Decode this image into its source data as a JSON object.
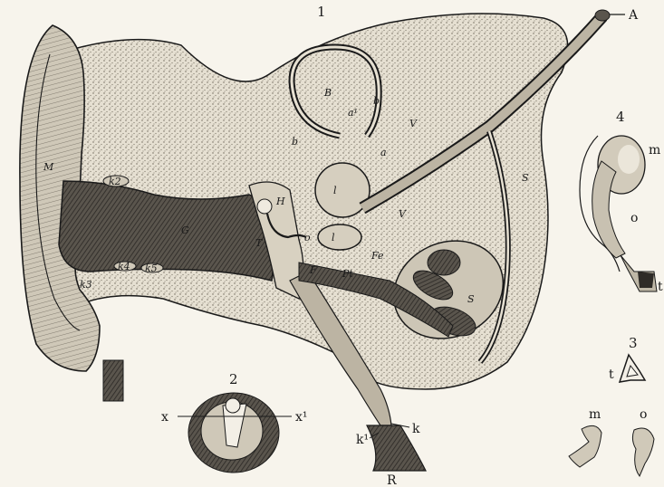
{
  "figures": {
    "fig1": "1",
    "fig2": "2",
    "fig3": "3",
    "fig4": "4"
  },
  "labels": {
    "A": "A",
    "R": "R",
    "k": "k",
    "k1": "k¹",
    "x": "x",
    "x1": "x¹",
    "m4": "m",
    "o4": "o",
    "t4": "t",
    "t3": "t",
    "m3": "m",
    "o3": "o",
    "M": "M",
    "k2": "k2",
    "k3": "k3",
    "k4": "k4",
    "k5": "k5",
    "G": "G",
    "T": "T",
    "H": "H",
    "B": "B",
    "b1": "b",
    "b2": "b",
    "a1": "a¹",
    "a2": "a",
    "V1": "V",
    "V2": "V",
    "l1": "l",
    "l2": "l",
    "o1": "o",
    "F": "F",
    "Pt": "Pt",
    "Fe": "Fe",
    "S1": "S",
    "S2": "S"
  },
  "colors": {
    "paper": "#f7f4ec",
    "ink": "#1a1a1a",
    "bone": "#ddd6c6",
    "canal": "#3c3833",
    "skin": "#c9c2b2"
  }
}
